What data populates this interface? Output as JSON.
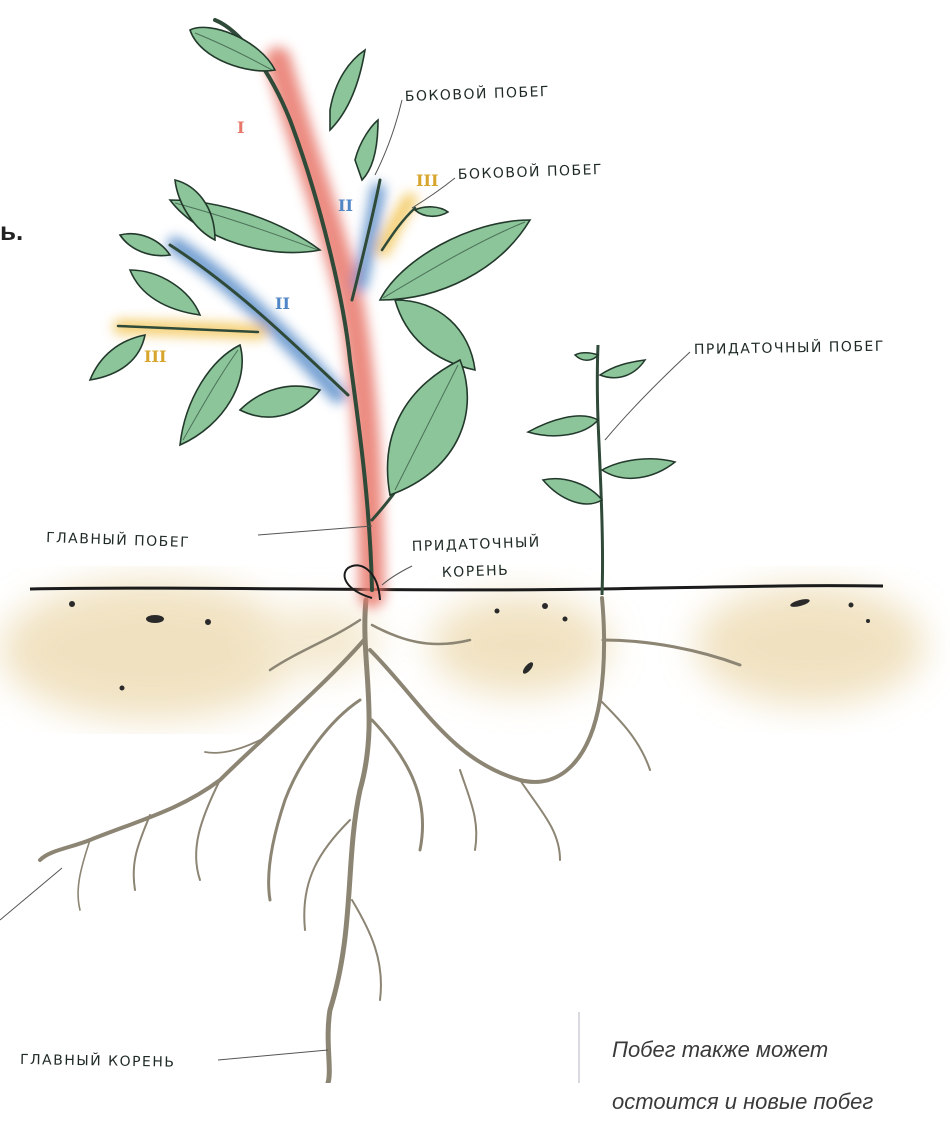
{
  "left_clip_text": "ь.",
  "labels": {
    "lateral_shoot_1": "БОКОВОЙ ПОБЕГ",
    "lateral_shoot_2": "БОКОВОЙ ПОБЕГ",
    "adventitious_shoot": "ПРИДАТОЧНЫЙ ПОБЕГ",
    "main_shoot": "ГЛАВНЫЙ ПОБЕГ",
    "adventitious_root_line1": "ПРИДАТОЧНЫЙ",
    "adventitious_root_line2": "КОРЕНЬ",
    "main_root": "ГЛАВНЫЙ КОРЕНЬ"
  },
  "orders": {
    "first": "I",
    "second_a": "II",
    "second_b": "II",
    "third_a": "III",
    "third_b": "III"
  },
  "note": {
    "line1": "Побег также может",
    "line2": "остоится и новые побег"
  },
  "colors": {
    "order_1": "#e8776a",
    "order_2": "#4f86c6",
    "order_3": "#f2c24e",
    "stem": "#2f4a38",
    "leaf": "#8cc59a",
    "soil": "#ecd9ad",
    "root": "#8c8574",
    "ground": "#1b1b1b"
  }
}
